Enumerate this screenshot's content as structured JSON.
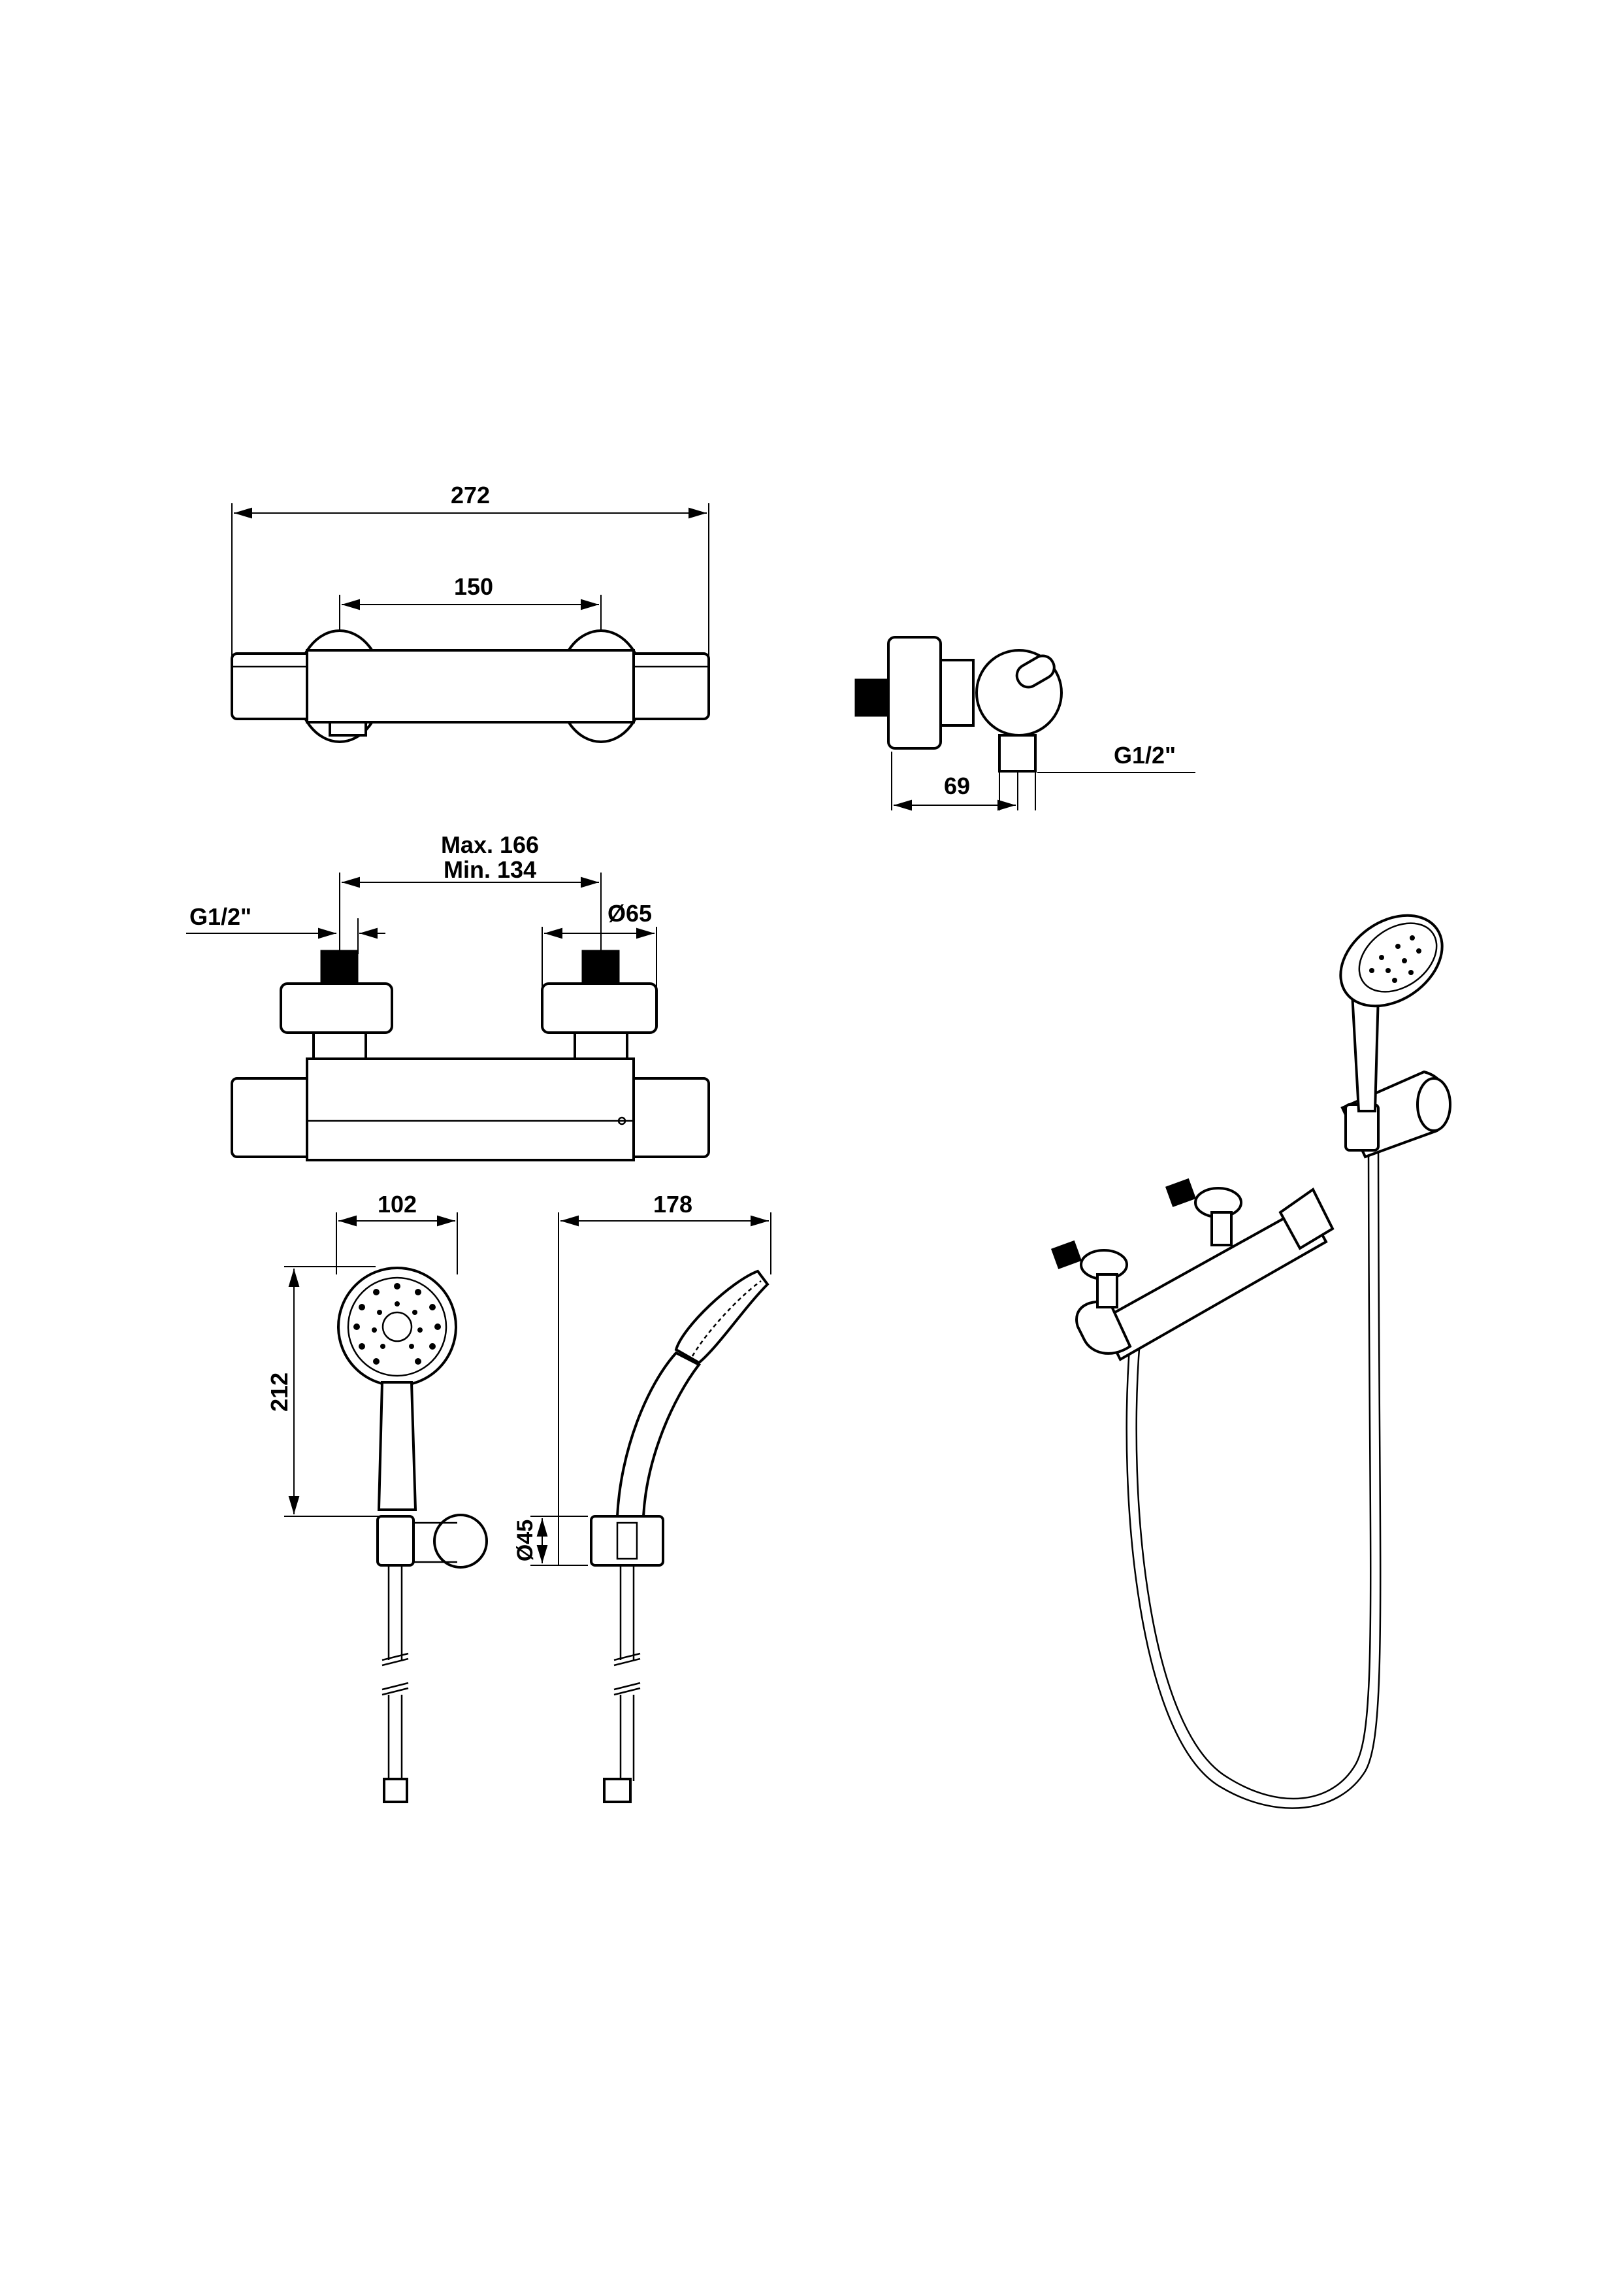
{
  "dimensions": {
    "overall_width": "272",
    "inlet_spacing": "150",
    "side_depth": "69",
    "side_thread": "G1/2\"",
    "spacing_max": "Max. 166",
    "spacing_min": "Min. 134",
    "inlet_thread": "G1/2\"",
    "escutcheon_diameter": "Ø65",
    "handshower_width": "102",
    "handshower_length": "212",
    "handshower_depth": "178",
    "holder_diameter": "Ø45"
  },
  "colors": {
    "line": "#000000",
    "background": "#ffffff"
  }
}
